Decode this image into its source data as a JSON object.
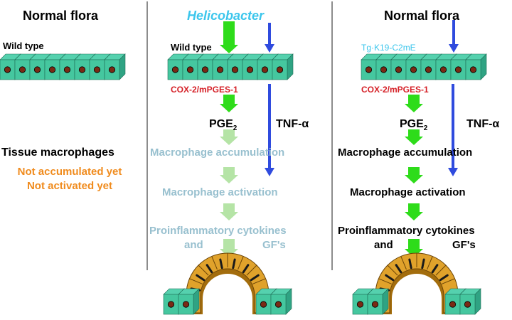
{
  "columns": {
    "left": {
      "title": "Normal flora",
      "genotype": "Wild type",
      "macrophage_heading": "Tissue macrophages",
      "status_lines": [
        "Not accumulated yet",
        "Not activated yet"
      ]
    },
    "middle": {
      "title": "Helicobacter",
      "genotype": "Wild type",
      "enzymes": "COX-2/mPGES-1",
      "pge_base": "PGE",
      "pge_sub": "2",
      "tnf": "TNF-α",
      "steps": [
        "Macrophage accumulation",
        "Macrophage activation",
        "Proinflammatory cytokines"
      ],
      "last_left": "and",
      "last_right": "GF's"
    },
    "right": {
      "title": "Normal flora",
      "genotype": "Tg·K19-C2mE",
      "enzymes": "COX-2/mPGES-1",
      "pge_base": "PGE",
      "pge_sub": "2",
      "tnf": "TNF-α",
      "steps": [
        "Macrophage accumulation",
        "Macrophage activation",
        "Proinflammatory cytokines"
      ],
      "last_left": "and",
      "last_right": "GF's"
    }
  },
  "colors": {
    "cell_top": "#55d1ae",
    "cell_front": "#45c79f",
    "cell_side": "#2fa383",
    "nucleus": "#7a2a14",
    "green_arrow": "#2edc1a",
    "pale_green_arrow": "#b5e4a6",
    "blue_arrow": "#2f4bde",
    "tumor": "#e0a22b",
    "tumor_dark": "#a36d0d",
    "divider": "#666666"
  }
}
